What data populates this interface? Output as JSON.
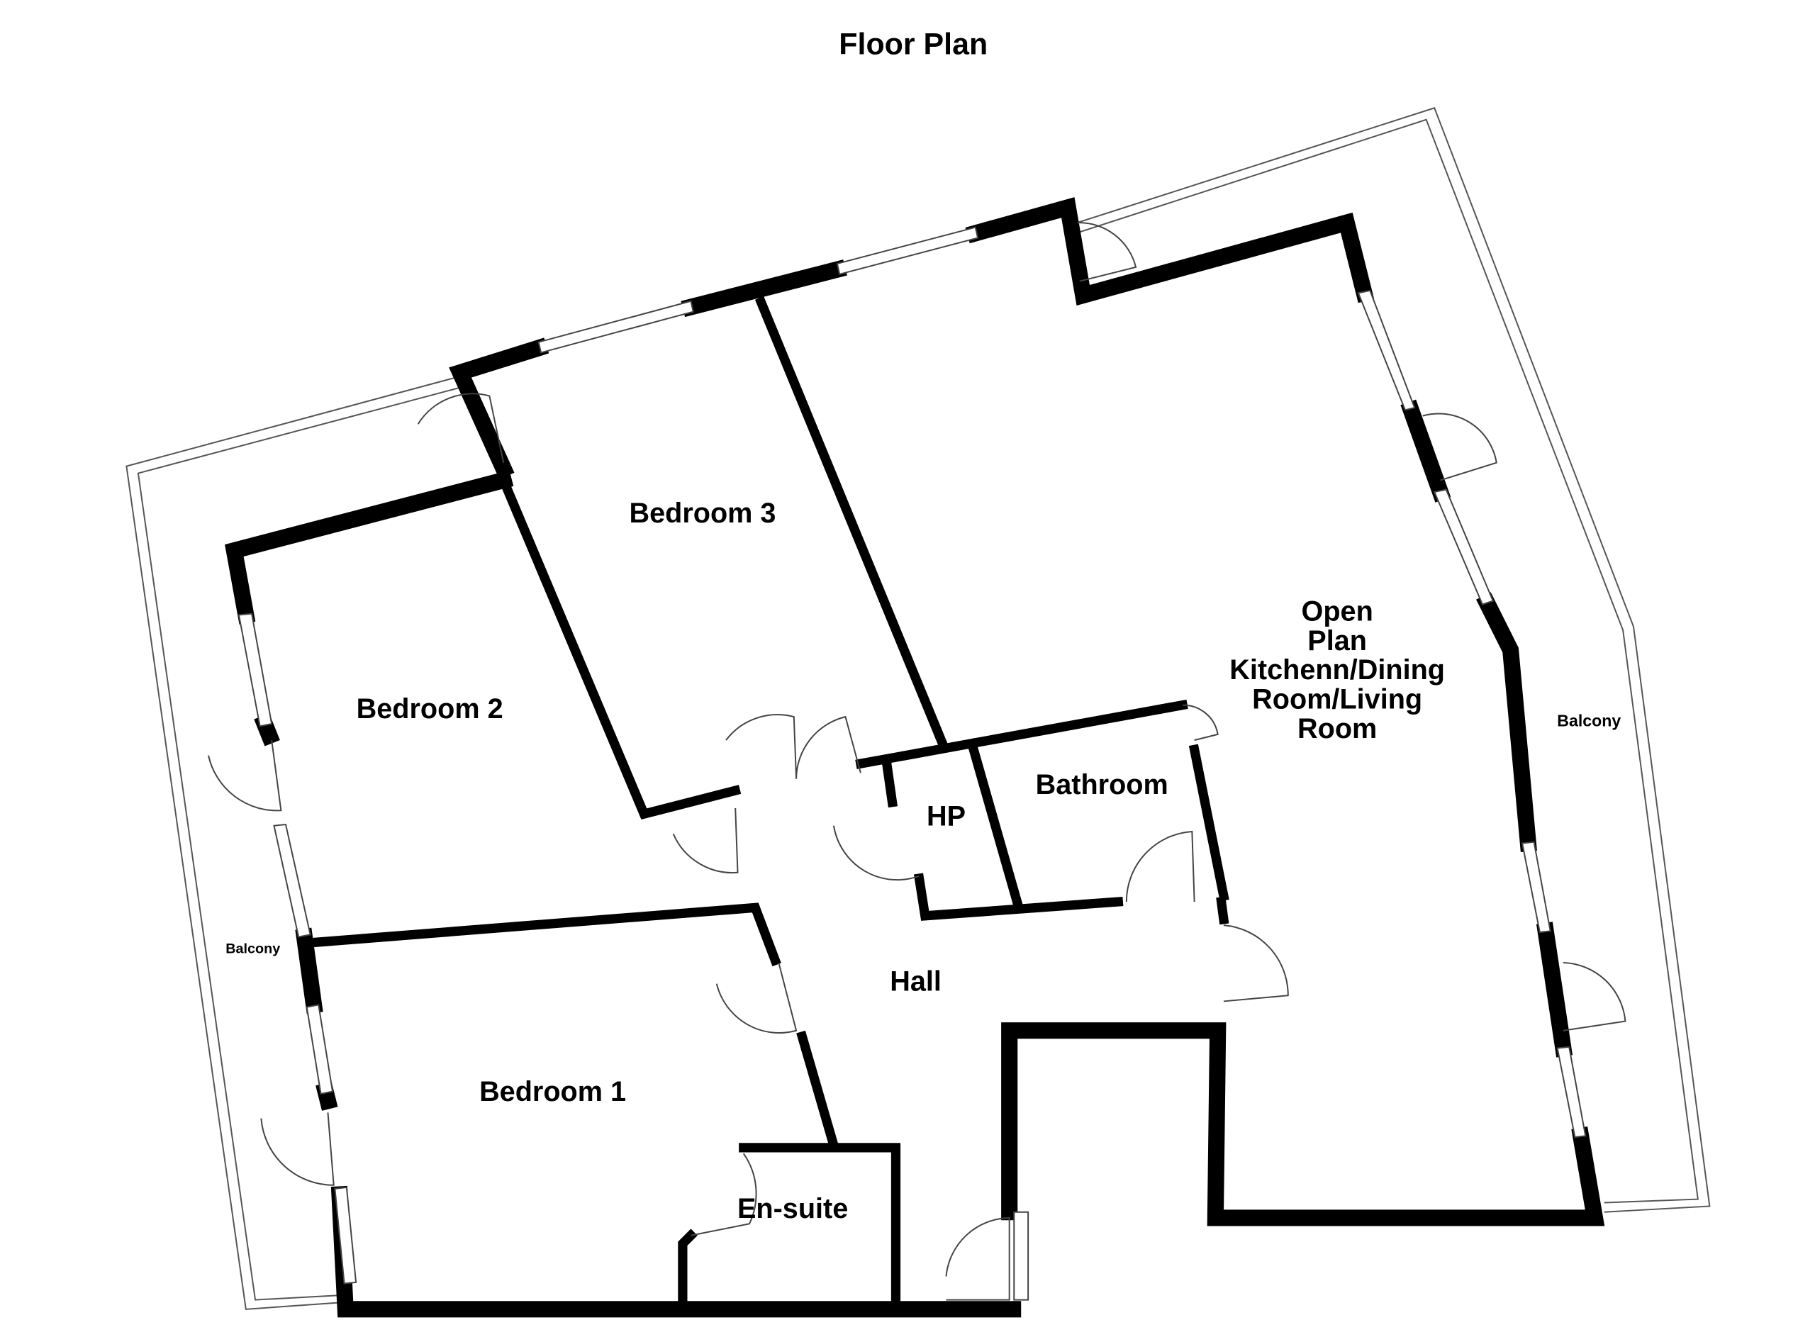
{
  "title": "Floor Plan",
  "rooms": {
    "bedroom3": "Bedroom 3",
    "bedroom2": "Bedroom 2",
    "bedroom1": "Bedroom 1",
    "hall": "Hall",
    "hp": "HP",
    "bathroom": "Bathroom",
    "ensuite": "En-suite",
    "open_plan": [
      "Open",
      "Plan",
      "Kitchenn/Dining",
      "Room/Living",
      "Room"
    ],
    "balcony_right": "Balcony",
    "balcony_left": "Balcony"
  }
}
